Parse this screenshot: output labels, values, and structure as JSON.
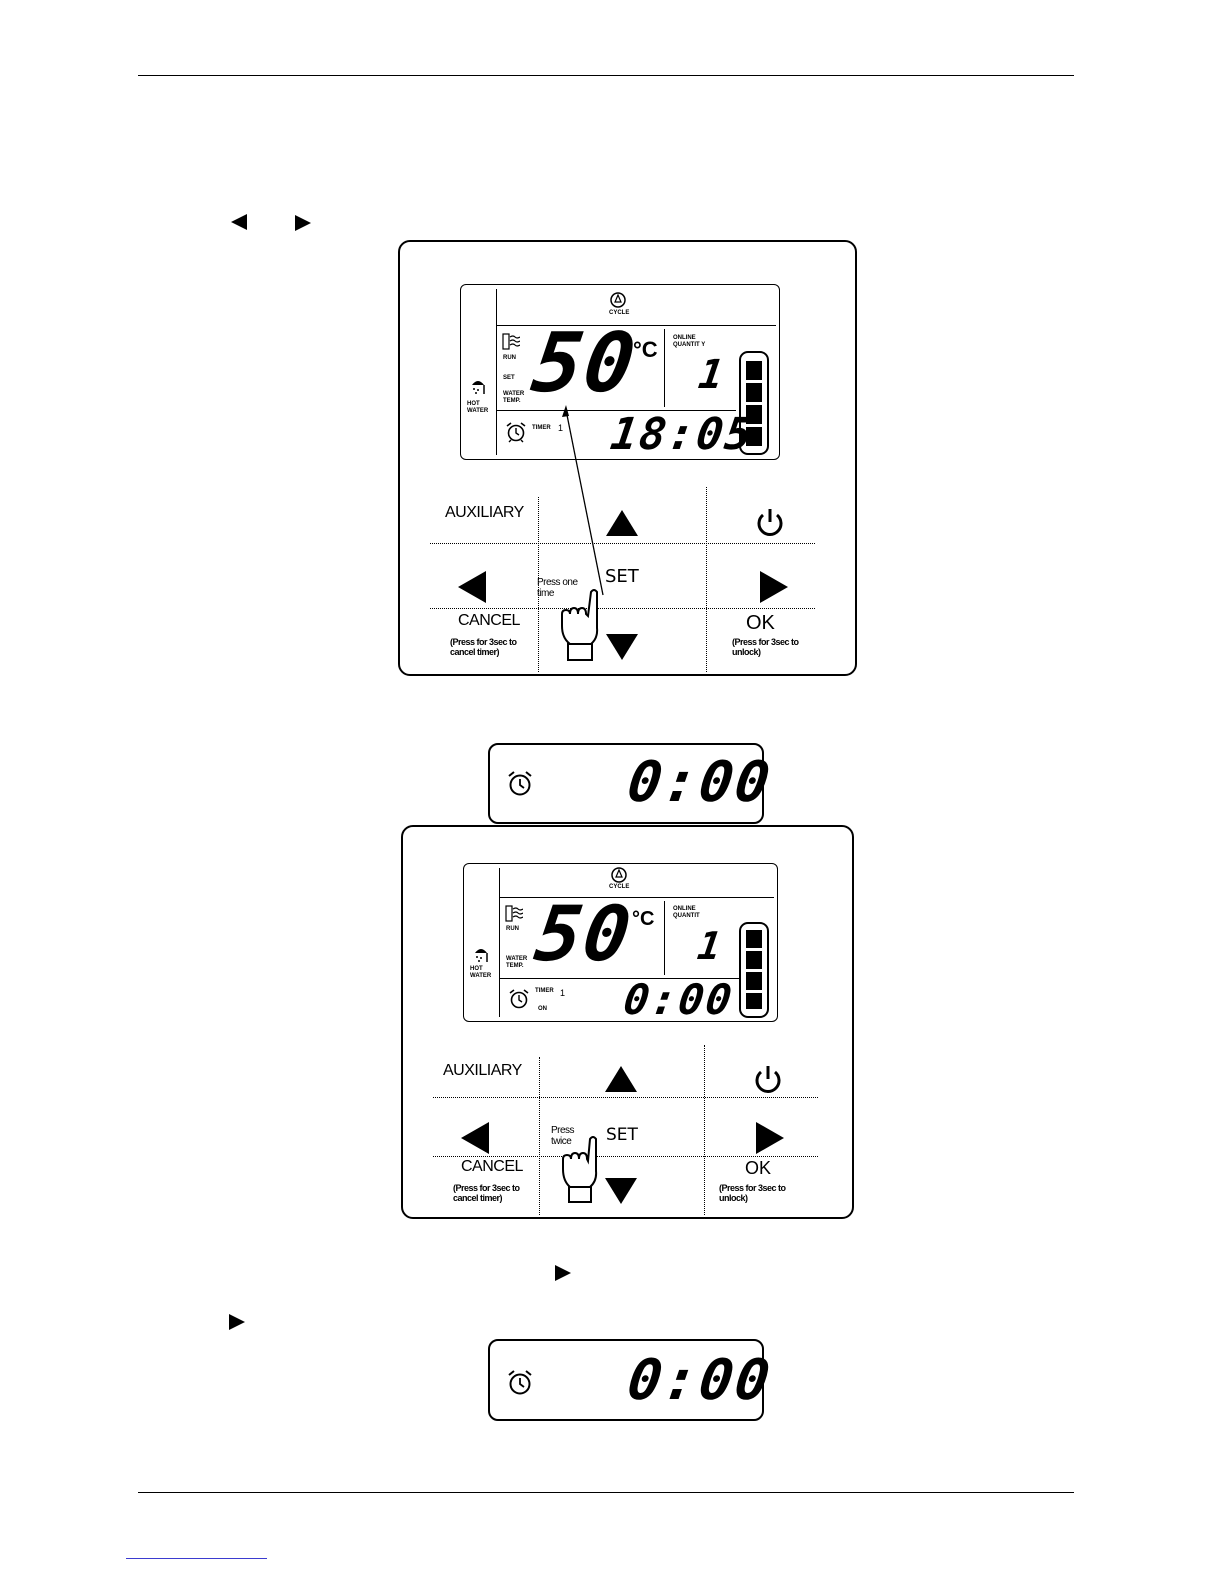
{
  "panel1": {
    "lcd": {
      "cycle": "CYCLE",
      "run": "RUN",
      "set": "SET",
      "water_temp": "WATER\nTEMP.",
      "hot_water": "HOT\nWATER",
      "temp": "50",
      "temp_unit": "°C",
      "online_quantity_label": "ONLINE\nQUANTIT Y",
      "online_quantity": "1",
      "timer_label": "TIMER",
      "timer_num": "1",
      "time": "18:05"
    },
    "buttons": {
      "auxiliary": "AUXILIARY",
      "set": "SET",
      "cancel": "CANCEL",
      "cancel_note": "(Press for 3sec to\ncancel timer)",
      "ok": "OK",
      "ok_note": "(Press for 3sec to\nunlock)"
    },
    "press_note": "Press one\ntime"
  },
  "timer_display_1": {
    "time": "0:00"
  },
  "panel2": {
    "lcd": {
      "cycle": "CYCLE",
      "run": "RUN",
      "water_temp": "WATER\nTEMP.",
      "hot_water": "HOT\nWATER",
      "temp": "50",
      "temp_unit": "°C",
      "online_quantity_label": "ONLINE\nQUANTIT",
      "online_quantity": "1",
      "timer_label": "TIMER",
      "timer_num": "1",
      "on_label": "ON",
      "time": "0:00"
    },
    "buttons": {
      "auxiliary": "AUXILIARY",
      "set": "SET",
      "cancel": "CANCEL",
      "cancel_note": "(Press for 3sec to\ncancel timer)",
      "ok": "OK",
      "ok_note": "(Press for 3sec to\nunlock)"
    },
    "press_note": "Press\ntwice"
  },
  "timer_display_2": {
    "time": "0:00"
  }
}
